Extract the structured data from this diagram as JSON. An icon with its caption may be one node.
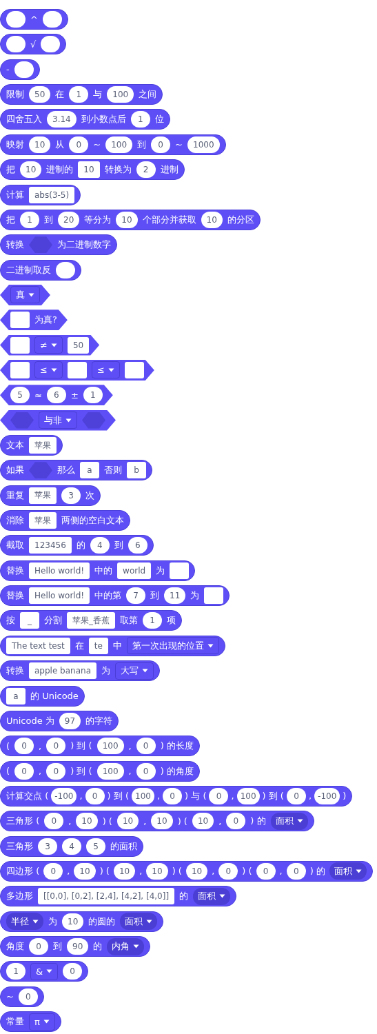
{
  "diagram": {
    "nodes": [
      {
        "text": [
          "^"
        ]
      },
      {
        "text": [],
        "shape": "oval",
        "in": 0
      },
      {
        "text": [],
        "shape": "oval",
        "in": 0
      },
      {
        "text": [
          "√"
        ]
      },
      {
        "text": [],
        "shape": "oval",
        "in": 3
      },
      {
        "text": [],
        "shape": "oval",
        "in": 3
      },
      {
        "text": [
          "-"
        ]
      },
      {
        "text": [],
        "shape": "oval",
        "in": 6
      },
      {
        "text": [
          "限制",
          "在",
          "与",
          "之间"
        ]
      },
      {
        "text": [
          "50"
        ],
        "in": 8
      },
      {
        "text": [
          "1"
        ],
        "in": 8
      },
      {
        "text": [
          "100"
        ],
        "in": 8
      },
      {
        "text": [
          "四舍五入",
          "到小数点后",
          "位"
        ]
      },
      {
        "text": [
          "3.14"
        ],
        "in": 12
      },
      {
        "text": [
          "1"
        ],
        "in": 12
      },
      {
        "text": [
          "映射",
          "从",
          "~",
          "到",
          "~"
        ]
      },
      {
        "text": [
          "10"
        ],
        "in": 15
      },
      {
        "text": [
          "0"
        ],
        "in": 15
      },
      {
        "text": [
          "100"
        ],
        "in": 15
      },
      {
        "text": [
          "0"
        ],
        "in": 15
      },
      {
        "text": [
          "1000"
        ],
        "in": 15
      },
      {
        "text": [
          "把",
          "进制的",
          "转换为",
          "进制"
        ]
      },
      {
        "text": [
          "10"
        ],
        "in": 21
      },
      {
        "text": [
          "10"
        ],
        "in": 21
      },
      {
        "text": [
          "2"
        ],
        "in": 21
      },
      {
        "text": [
          "计算"
        ]
      },
      {
        "text": [
          "abs(3-5)"
        ],
        "in": 25
      },
      {
        "text": [
          "把",
          "到",
          "等分为",
          "个部分并获取",
          "的分区"
        ]
      },
      {
        "text": [
          "1"
        ],
        "in": 27
      },
      {
        "text": [
          "20"
        ],
        "in": 27
      },
      {
        "text": [
          "10"
        ],
        "in": 27
      },
      {
        "text": [
          "10"
        ],
        "in": 27
      },
      {
        "text": [
          "转换",
          "为二进制数字"
        ]
      },
      {
        "text": [],
        "shape": "hexagon",
        "in": 32
      },
      {
        "text": [
          "二进制取反"
        ]
      },
      {
        "text": [],
        "shape": "oval",
        "in": 34
      },
      {
        "text": [],
        "shape": "hexagon"
      },
      {
        "text": [
          "真"
        ],
        "in": 36
      },
      {
        "text": [
          "为真?"
        ]
      },
      {
        "text": [],
        "shape": "box",
        "in": 38
      },
      {
        "text": [],
        "shape": "hexagon"
      },
      {
        "text": [],
        "shape": "box",
        "in": 40
      },
      {
        "text": [
          "≠"
        ],
        "in": 40
      },
      {
        "text": [
          "50"
        ],
        "in": 40
      },
      {
        "text": [],
        "shape": "hexagon"
      },
      {
        "text": [],
        "shape": "box",
        "in": 44
      },
      {
        "text": [
          "≤"
        ],
        "in": 44
      },
      {
        "text": [],
        "shape": "box",
        "in": 44
      },
      {
        "text": [
          "≤"
        ],
        "in": 44
      },
      {
        "text": [],
        "shape": "box",
        "in": 44
      },
      {
        "text": [
          "≈",
          "±"
        ]
      },
      {
        "text": [
          "5"
        ],
        "in": 50
      },
      {
        "text": [
          "6"
        ],
        "in": 50
      },
      {
        "text": [
          "1"
        ],
        "in": 50
      },
      {
        "text": [],
        "shape": "hexagon"
      },
      {
        "text": [],
        "shape": "hexagon",
        "in": 54
      },
      {
        "text": [
          "与非"
        ],
        "in": 54
      },
      {
        "text": [],
        "shape": "hexagon",
        "in": 54
      },
      {
        "text": [
          "文本"
        ]
      },
      {
        "text": [
          "苹果"
        ],
        "in": 58
      },
      {
        "text": [
          "如果",
          "那么",
          "否则"
        ]
      },
      {
        "text": [],
        "shape": "hexagon",
        "in": 60
      },
      {
        "text": [
          "a"
        ],
        "in": 60
      },
      {
        "text": [
          "b"
        ],
        "in": 60
      },
      {
        "text": [
          "重复",
          "次"
        ]
      },
      {
        "text": [
          "苹果"
        ],
        "in": 64
      },
      {
        "text": [
          "3"
        ],
        "in": 64
      },
      {
        "text": [
          "消除",
          "两侧的空白文本"
        ]
      },
      {
        "text": [
          "苹果"
        ],
        "in": 67
      },
      {
        "text": [
          "截取",
          "的",
          "到"
        ]
      },
      {
        "text": [
          "123456"
        ],
        "in": 69
      },
      {
        "text": [
          "4"
        ],
        "in": 69
      },
      {
        "text": [
          "6"
        ],
        "in": 69
      },
      {
        "text": [
          "替换",
          "中的",
          "为"
        ]
      },
      {
        "text": [
          "Hello world!"
        ],
        "in": 73
      },
      {
        "text": [
          "world"
        ],
        "in": 73
      },
      {
        "text": [],
        "shape": "box",
        "in": 73
      },
      {
        "text": [
          "替换",
          "中的第",
          "到",
          "为"
        ]
      },
      {
        "text": [
          "Hello world!"
        ],
        "in": 77
      },
      {
        "text": [
          "7"
        ],
        "in": 77
      },
      {
        "text": [
          "11"
        ],
        "in": 77
      },
      {
        "text": [],
        "shape": "box",
        "in": 77
      },
      {
        "text": [
          "按",
          "分割",
          "取第",
          "项"
        ]
      },
      {
        "text": [
          "_"
        ],
        "in": 82
      },
      {
        "text": [
          "苹果_香蕉"
        ],
        "in": 82
      },
      {
        "text": [
          "1"
        ],
        "in": 82
      },
      {
        "text": [
          "在",
          "中"
        ]
      },
      {
        "text": [
          "The text test"
        ],
        "in": 86
      },
      {
        "text": [
          "te"
        ],
        "in": 86
      },
      {
        "text": [
          "第一次出现的位置"
        ],
        "in": 86
      },
      {
        "text": [
          "转换",
          "为"
        ]
      },
      {
        "text": [
          "apple banana"
        ],
        "in": 90
      },
      {
        "text": [
          "大写"
        ],
        "in": 90
      },
      {
        "text": [
          "的 Unicode"
        ]
      },
      {
        "text": [
          "a"
        ],
        "in": 93
      },
      {
        "text": [
          "Unicode 为",
          "的字符"
        ]
      },
      {
        "text": [
          "97"
        ],
        "in": 95
      },
      {
        "text": [
          "(",
          ",",
          ") 到 (",
          ",",
          ") 的长度"
        ]
      },
      {
        "text": [
          "0"
        ],
        "in": 97
      },
      {
        "text": [
          "0"
        ],
        "in": 97
      },
      {
        "text": [
          "100"
        ],
        "in": 97
      },
      {
        "text": [
          "0"
        ],
        "in": 97
      },
      {
        "text": [
          "(",
          ",",
          ") 到 (",
          ",",
          ") 的角度"
        ]
      },
      {
        "text": [
          "0"
        ],
        "in": 102
      },
      {
        "text": [
          "0"
        ],
        "in": 102
      },
      {
        "text": [
          "100"
        ],
        "in": 102
      },
      {
        "text": [
          "0"
        ],
        "in": 102
      },
      {
        "text": [
          "计算交点 (",
          ",",
          ") 到 (",
          ",",
          ") 与 (",
          ",",
          ") 到 (",
          ",",
          ")"
        ]
      },
      {
        "text": [
          "-100"
        ],
        "in": 107
      },
      {
        "text": [
          "0"
        ],
        "in": 107
      },
      {
        "text": [
          "100"
        ],
        "in": 107
      },
      {
        "text": [
          "0"
        ],
        "in": 107
      },
      {
        "text": [
          "0"
        ],
        "in": 107
      },
      {
        "text": [
          "100"
        ],
        "in": 107
      },
      {
        "text": [
          "0"
        ],
        "in": 107
      },
      {
        "text": [
          "-100"
        ],
        "in": 107
      },
      {
        "text": [
          "三角形 (",
          ",",
          ") (",
          ",",
          ") (",
          ",",
          ") 的"
        ]
      },
      {
        "text": [
          "0"
        ],
        "in": 116
      },
      {
        "text": [
          "10"
        ],
        "in": 116
      },
      {
        "text": [
          "10"
        ],
        "in": 116
      },
      {
        "text": [
          "10"
        ],
        "in": 116
      },
      {
        "text": [
          "10"
        ],
        "in": 116
      },
      {
        "text": [
          "0"
        ],
        "in": 116
      },
      {
        "text": [
          "面积"
        ],
        "in": 116
      },
      {
        "text": [
          "三角形",
          "的面积"
        ]
      },
      {
        "text": [
          "3"
        ],
        "in": 124
      },
      {
        "text": [
          "4"
        ],
        "in": 124
      },
      {
        "text": [
          "5"
        ],
        "in": 124
      },
      {
        "text": [
          "四边形 (",
          ",",
          ") (",
          ",",
          ") (",
          ",",
          ") (",
          ",",
          ") 的"
        ]
      },
      {
        "text": [
          "0"
        ],
        "in": 128
      },
      {
        "text": [
          "10"
        ],
        "in": 128
      },
      {
        "text": [
          "10"
        ],
        "in": 128
      },
      {
        "text": [
          "10"
        ],
        "in": 128
      },
      {
        "text": [
          "10"
        ],
        "in": 128
      },
      {
        "text": [
          "0"
        ],
        "in": 128
      },
      {
        "text": [
          "0"
        ],
        "in": 128
      },
      {
        "text": [
          "0"
        ],
        "in": 128
      },
      {
        "text": [
          "面积"
        ],
        "in": 128
      },
      {
        "text": [
          "多边形",
          "的"
        ]
      },
      {
        "text": [
          "[[0,0], [0,2], [2,4], [4,2], [4,0]]"
        ],
        "in": 138
      },
      {
        "text": [
          "面积"
        ],
        "in": 138
      },
      {
        "text": [
          "为",
          "的圆的"
        ]
      },
      {
        "text": [
          "半径"
        ],
        "in": 141
      },
      {
        "text": [
          "10"
        ],
        "in": 141
      },
      {
        "text": [
          "面积"
        ],
        "in": 141
      },
      {
        "text": [
          "角度",
          "到",
          "的"
        ]
      },
      {
        "text": [
          "0"
        ],
        "in": 145
      },
      {
        "text": [
          "90"
        ],
        "in": 145
      },
      {
        "text": [
          "内角"
        ],
        "in": 145
      },
      {
        "text": [],
        "shape": "oval"
      },
      {
        "text": [
          "1"
        ],
        "in": 149
      },
      {
        "text": [
          "&"
        ],
        "in": 149
      },
      {
        "text": [
          "0"
        ],
        "in": 149
      },
      {
        "text": [
          "~"
        ]
      },
      {
        "text": [
          "0"
        ],
        "in": 153
      },
      {
        "text": [
          "常量"
        ]
      },
      {
        "text": [
          "π"
        ],
        "in": 155
      }
    ]
  }
}
